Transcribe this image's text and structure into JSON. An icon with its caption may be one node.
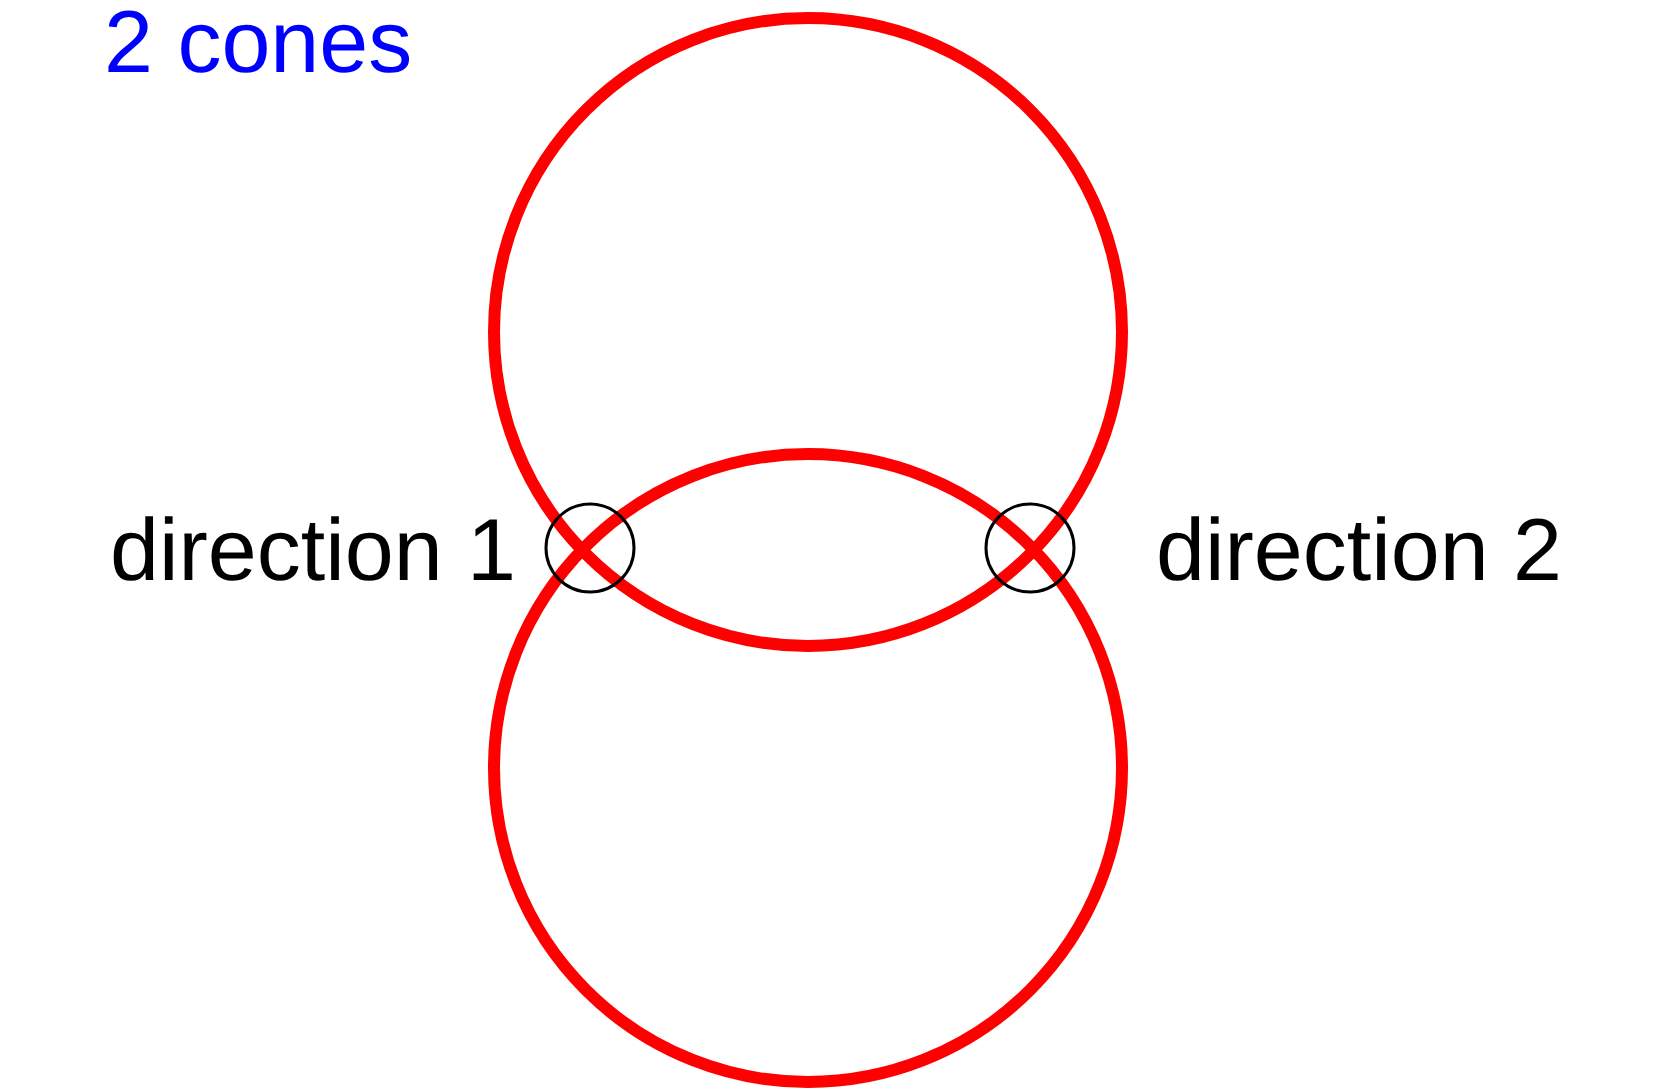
{
  "diagram": {
    "labels": [
      "2 cones",
      "direction 1",
      "direction 2"
    ]
  }
}
